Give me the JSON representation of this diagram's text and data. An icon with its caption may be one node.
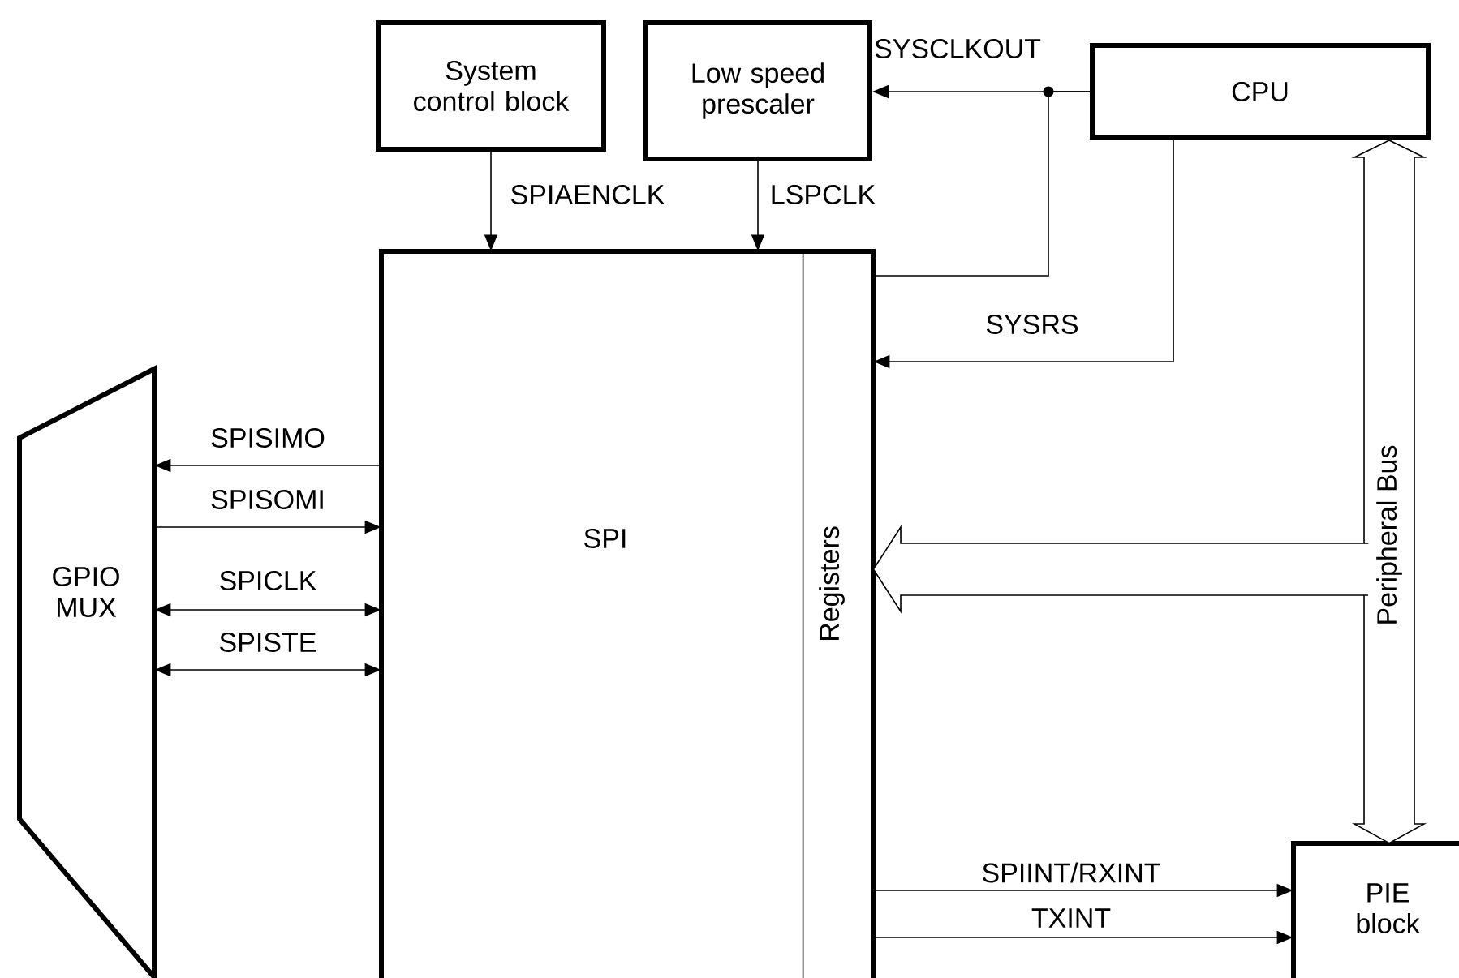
{
  "diagram": {
    "nodes": [
      {
        "text": [
          "System control block"
        ]
      },
      {
        "text": [
          "Low speed prescaler"
        ]
      },
      {
        "text": [
          "CPU"
        ]
      },
      {
        "text": [
          "SPI"
        ]
      },
      {
        "text": [
          "Registers"
        ],
        "in": 3
      },
      {
        "text": [
          "GPIO MUX"
        ]
      },
      {
        "text": [
          "PIE block"
        ]
      }
    ],
    "edges": [
      {
        "from": 0,
        "to": 3,
        "arrow": "to",
        "label": "SPIAENCLK"
      },
      {
        "from": 1,
        "to": 3,
        "arrow": "to",
        "label": "LSPCLK"
      },
      {
        "from": 2,
        "to": 1,
        "arrow": "to",
        "label": "SYSCLKOUT"
      },
      {
        "from": 2,
        "to": 3,
        "arrow": "none"
      },
      {
        "from": 2,
        "to": 3,
        "arrow": "to",
        "label": "SYSRS"
      },
      {
        "from": 3,
        "to": 5,
        "arrow": "to",
        "label": "SPISIMO"
      },
      {
        "from": 5,
        "to": 3,
        "arrow": "to",
        "label": "SPISOMI"
      },
      {
        "from": 3,
        "to": 5,
        "arrow": "both",
        "label": "SPICLK"
      },
      {
        "from": 3,
        "to": 5,
        "arrow": "both",
        "label": "SPISTE"
      },
      {
        "from": 2,
        "to": 6,
        "arrow": "both",
        "label": "Peripheral Bus",
        "style": "thick"
      },
      {
        "from": null,
        "to": 4,
        "arrow": "to",
        "style": "thick"
      },
      {
        "from": 3,
        "to": 6,
        "arrow": "to",
        "label": "SPIINT/RXINT"
      },
      {
        "from": 3,
        "to": 6,
        "arrow": "to",
        "label": "TXINT"
      }
    ]
  }
}
